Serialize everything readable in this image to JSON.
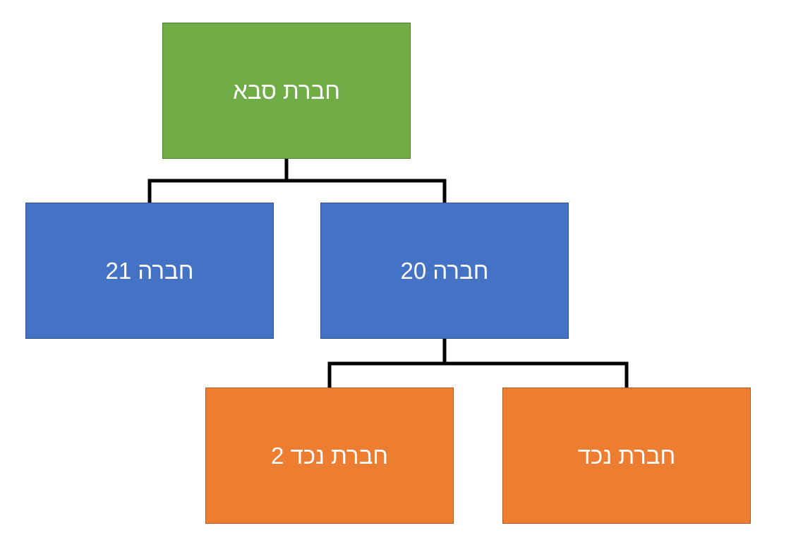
{
  "colors": {
    "root_fill": "#70AD47",
    "root_border": "#507E32",
    "mid_fill": "#4472C4",
    "mid_border": "#2F528F",
    "leaf_fill": "#ED7D31",
    "leaf_border": "#AE5A21",
    "connector": "#000000"
  },
  "nodes": {
    "root": {
      "label": "חברת סבא"
    },
    "child_21": {
      "label": "חברה 21"
    },
    "child_20": {
      "label": "חברה 20"
    },
    "grandchild_2": {
      "label": "חברת נכד 2"
    },
    "grandchild_1": {
      "label": "חברת נכד"
    }
  }
}
